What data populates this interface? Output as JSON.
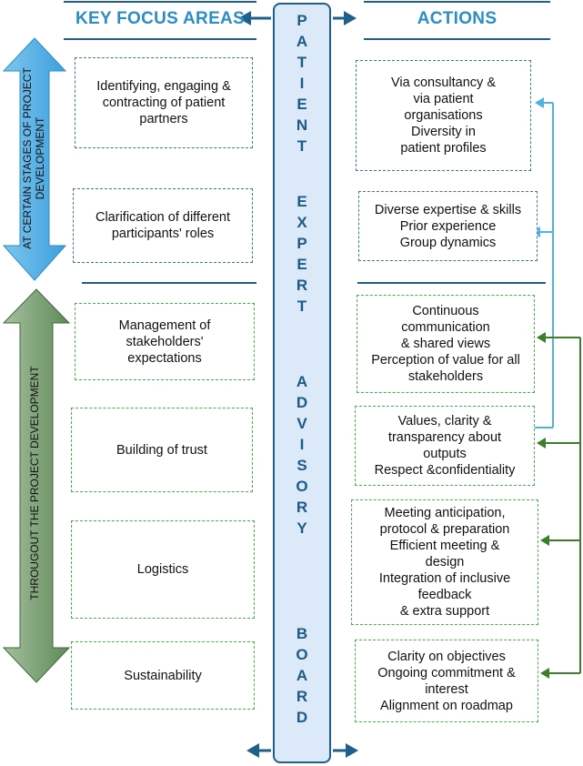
{
  "headers": {
    "left": "KEY FOCUS AREAS",
    "right": "ACTIONS"
  },
  "center_label": [
    "PATIENT",
    "EXPERT",
    "ADVISORY",
    "BOARD"
  ],
  "side_labels": {
    "top": "AT CERTAIN STAGES OF PROJECT DEVELOPMENT",
    "bottom": "THROUGOUT THE PROJECT DEVELOPMENT"
  },
  "focus_areas": [
    "Identifying, engaging &\ncontracting of patient\npartners",
    "Clarification of different\nparticipants' roles",
    "Management of\nstakeholders'\nexpectations",
    "Building of trust",
    "Logistics",
    "Sustainability"
  ],
  "actions": [
    "Via consultancy &\nvia patient\norganisations\nDiversity in\npatient profiles",
    "Diverse expertise & skills\nPrior experience\nGroup dynamics",
    "Continuous\ncommunication\n& shared views\nPerception of value for all\nstakeholders",
    "Values, clarity &\ntransparency about\noutputs\nRespect &confidentiality",
    "Meeting  anticipation,\nprotocol & preparation\nEfficient meeting &\ndesign\nIntegration of inclusive\nfeedback\n& extra support",
    "Clarity on objectives\nOngoing commitment &\ninterest\nAlignment on roadmap"
  ],
  "colors": {
    "navy": "#1f5f8b",
    "header_blue": "#2a8ec4",
    "light_blue": "#4fb3e6",
    "sage": "#7fa07a",
    "green": "#3b7f2a",
    "dashed_blue": "#3c77a6",
    "dashed_green": "#49b34a"
  }
}
